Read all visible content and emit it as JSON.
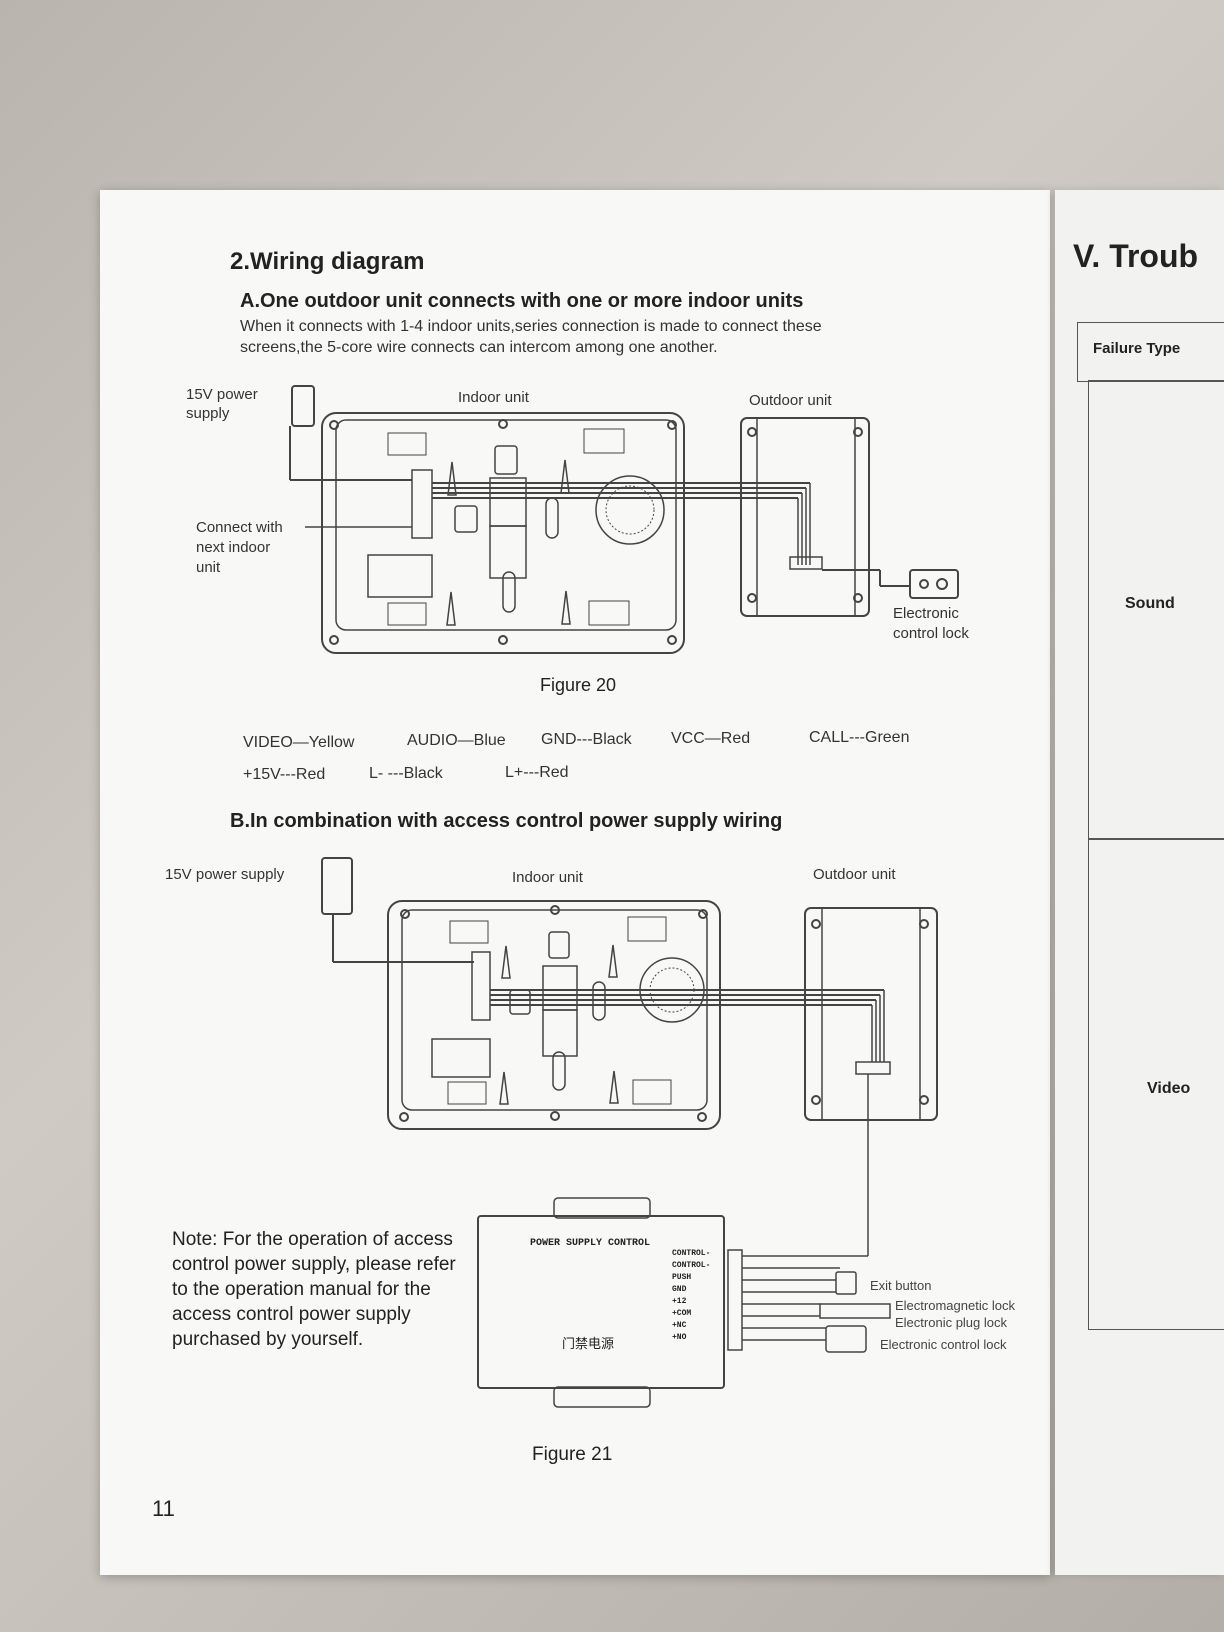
{
  "page_number": "11",
  "section_title": "2.Wiring diagram",
  "part_a": {
    "heading": "A.One outdoor unit connects with one or more indoor units",
    "desc_line1": "When it connects with 1-4 indoor units,series connection is made to connect these",
    "desc_line2": "screens,the 5-core wire connects can intercom among one another.",
    "power_label_line1": "15V power",
    "power_label_line2": "supply",
    "indoor_label": "Indoor unit",
    "outdoor_label": "Outdoor unit",
    "connect_label_line1": "Connect with",
    "connect_label_line2": "next indoor",
    "connect_label_line3": "unit",
    "lock_label_line1": "Electronic",
    "lock_label_line2": "control lock",
    "caption": "Figure 20"
  },
  "wire_colors": {
    "video": "VIDEO—Yellow",
    "audio": "AUDIO—Blue",
    "gnd": "GND---Black",
    "vcc": "VCC—Red",
    "call": "CALL---Green",
    "p15v": "+15V---Red",
    "lminus": "L- ---Black",
    "lplus": "L+---Red"
  },
  "part_b": {
    "heading": "B.In combination with access control power supply wiring",
    "power_label": "15V power supply",
    "indoor_label": "Indoor unit",
    "outdoor_label": "Outdoor unit",
    "psu_title": "POWER SUPPLY CONTROL",
    "psu_cn": "门禁电源",
    "terminals": [
      "CONTROL-",
      "CONTROL-",
      "PUSH",
      "GND",
      "+12",
      "+COM",
      "+NC",
      "+NO"
    ],
    "exit_label": "Exit button",
    "emag_label": "Electromagnetic lock",
    "plug_label": "Electronic plug lock",
    "ctrl_label": "Electronic control lock",
    "note": "Note: For the operation of access control power supply, please refer to the operation manual for the access control power supply purchased by yourself.",
    "caption": "Figure 21"
  },
  "right_page": {
    "title": "V. Troub",
    "col_header": "Failure Type",
    "rows": [
      "Sound",
      "Video"
    ]
  }
}
